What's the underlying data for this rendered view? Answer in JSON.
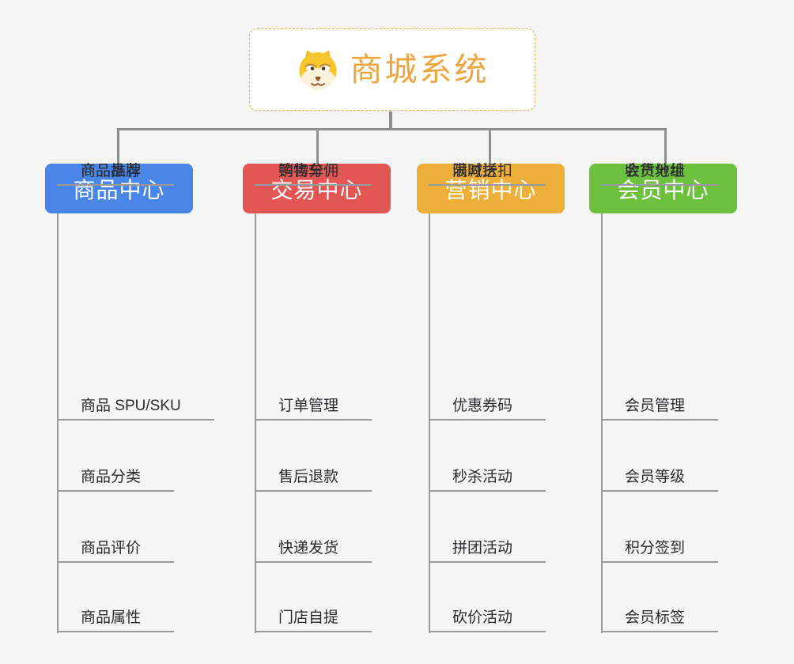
{
  "app": {
    "background_color": "#f5f5f5",
    "connector_color": "#8e8e8e"
  },
  "root": {
    "title": "商城系统",
    "title_color": "#efa53d",
    "icon": "shiba-dog-face-icon",
    "border_color": "#eab45c"
  },
  "branches": [
    {
      "label": "商品中心",
      "color": "#4a86e8",
      "children": [
        "商品 SPU/SKU",
        "商品分类",
        "商品评价",
        "商品属性",
        "商品推荐",
        "商品品牌"
      ]
    },
    {
      "label": "交易中心",
      "color": "#e25653",
      "children": [
        "订单管理",
        "售后退款",
        "快递发货",
        "门店自提",
        "购物车",
        "销售分佣"
      ]
    },
    {
      "label": "营销中心",
      "color": "#ecb03a",
      "children": [
        "优惠券码",
        "秒杀活动",
        "拼团活动",
        "砍价活动",
        "限时折扣",
        "满减送"
      ]
    },
    {
      "label": "会员中心",
      "color": "#6ec13f",
      "children": [
        "会员管理",
        "会员等级",
        "积分签到",
        "会员标签",
        "会员分组",
        "收货地址"
      ]
    }
  ]
}
